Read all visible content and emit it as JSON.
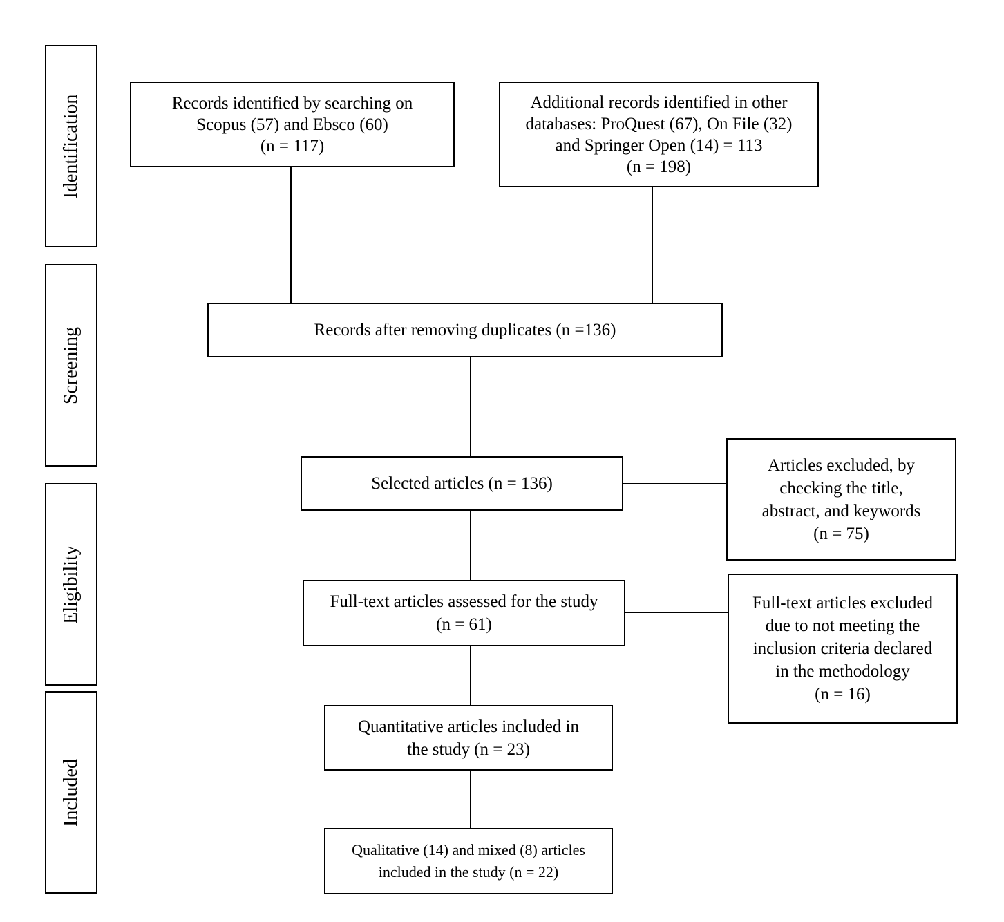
{
  "stages": [
    {
      "label": "Identification"
    },
    {
      "label": "Screening"
    },
    {
      "label": "Eligibility"
    },
    {
      "label": "Included"
    }
  ],
  "boxes": {
    "scopus": {
      "lines": [
        "Records identified by searching on",
        "Scopus (57) and Ebsco (60)",
        "(n = 117)"
      ]
    },
    "additional": {
      "lines": [
        "Additional records identified in other",
        "databases: ProQuest (67), On File (32)",
        "and Springer Open (14) = 113",
        "(n = 198)"
      ]
    },
    "duplicates": {
      "lines": [
        "Records after removing duplicates (n =136)"
      ]
    },
    "selected": {
      "lines": [
        "Selected articles (n = 136)"
      ]
    },
    "excluded_title": {
      "lines": [
        "Articles excluded, by",
        "checking the title,",
        "abstract, and keywords",
        "(n = 75)"
      ]
    },
    "fulltext": {
      "lines": [
        "Full-text articles assessed for the study",
        "(n = 61)"
      ]
    },
    "excluded_fulltext": {
      "lines": [
        "Full-text articles excluded",
        "due to not meeting the",
        "inclusion criteria declared",
        "in the methodology",
        "(n = 16)"
      ]
    },
    "quantitative": {
      "lines": [
        "Quantitative articles included in",
        "the study (n = 23)"
      ]
    },
    "qualitative": {
      "lines": [
        "Qualitative (14) and mixed (8) articles",
        "included in the study (n = 22)"
      ]
    }
  }
}
